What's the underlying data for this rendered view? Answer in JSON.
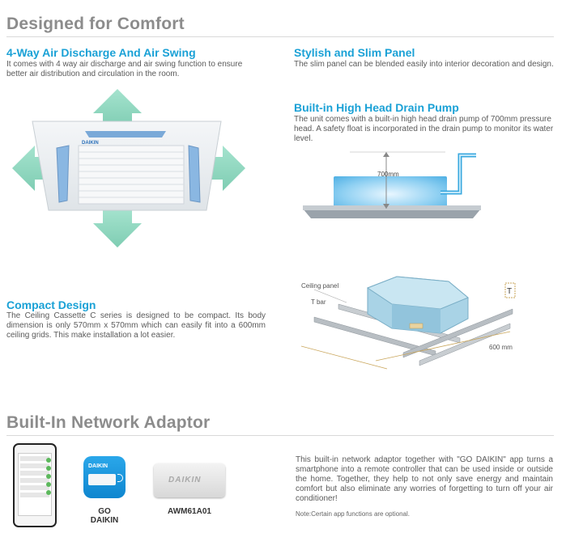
{
  "section1": {
    "title": "Designed for Comfort",
    "airswing": {
      "heading": "4-Way Air Discharge And Air Swing",
      "body": "It comes with 4 way air discharge and air swing function to ensure better air distribution and circulation in the room."
    },
    "panel": {
      "heading": "Stylish and Slim Panel",
      "body": "The slim panel can be blended easily into interior decoration and design."
    },
    "pump": {
      "heading": "Built-in High Head Drain Pump",
      "body": "The unit comes with a built-in high head drain pump of 700mm pressure head. A safety float is incorporated in the drain pump to monitor its water level.",
      "height_label": "700mm"
    },
    "compact": {
      "heading": "Compact Design",
      "body": "The Ceiling Cassette C series is designed to be compact. Its body dimension is only 570mm x 570mm which can easily fit into a 600mm ceiling grids. This make installation a lot easier.",
      "ceiling_label": "Ceiling panel",
      "tbar_label": "T bar",
      "t_label": "T",
      "width_label": "600 mm"
    },
    "brand_logo": "DAIKIN"
  },
  "section2": {
    "title": "Built-In Network Adaptor",
    "app_caption": "GO DAIKIN",
    "app_logo": "DAIKIN",
    "adaptor_caption": "AWM61A01",
    "adaptor_logo": "DAIKIN",
    "body": "This built-in network adaptor together with \"GO DAIKIN\" app turns a smartphone into a remote controller that can be used inside or outside the home. Together, they help to not only save energy and maintain comfort but also eliminate any worries of forgetting to turn off your air conditioner!",
    "note": "Note:Certain app functions are optional."
  },
  "colors": {
    "accent": "#1aa1d6",
    "heading_gray": "#8c8c8c",
    "arrow_green": "#8ed6bd"
  }
}
